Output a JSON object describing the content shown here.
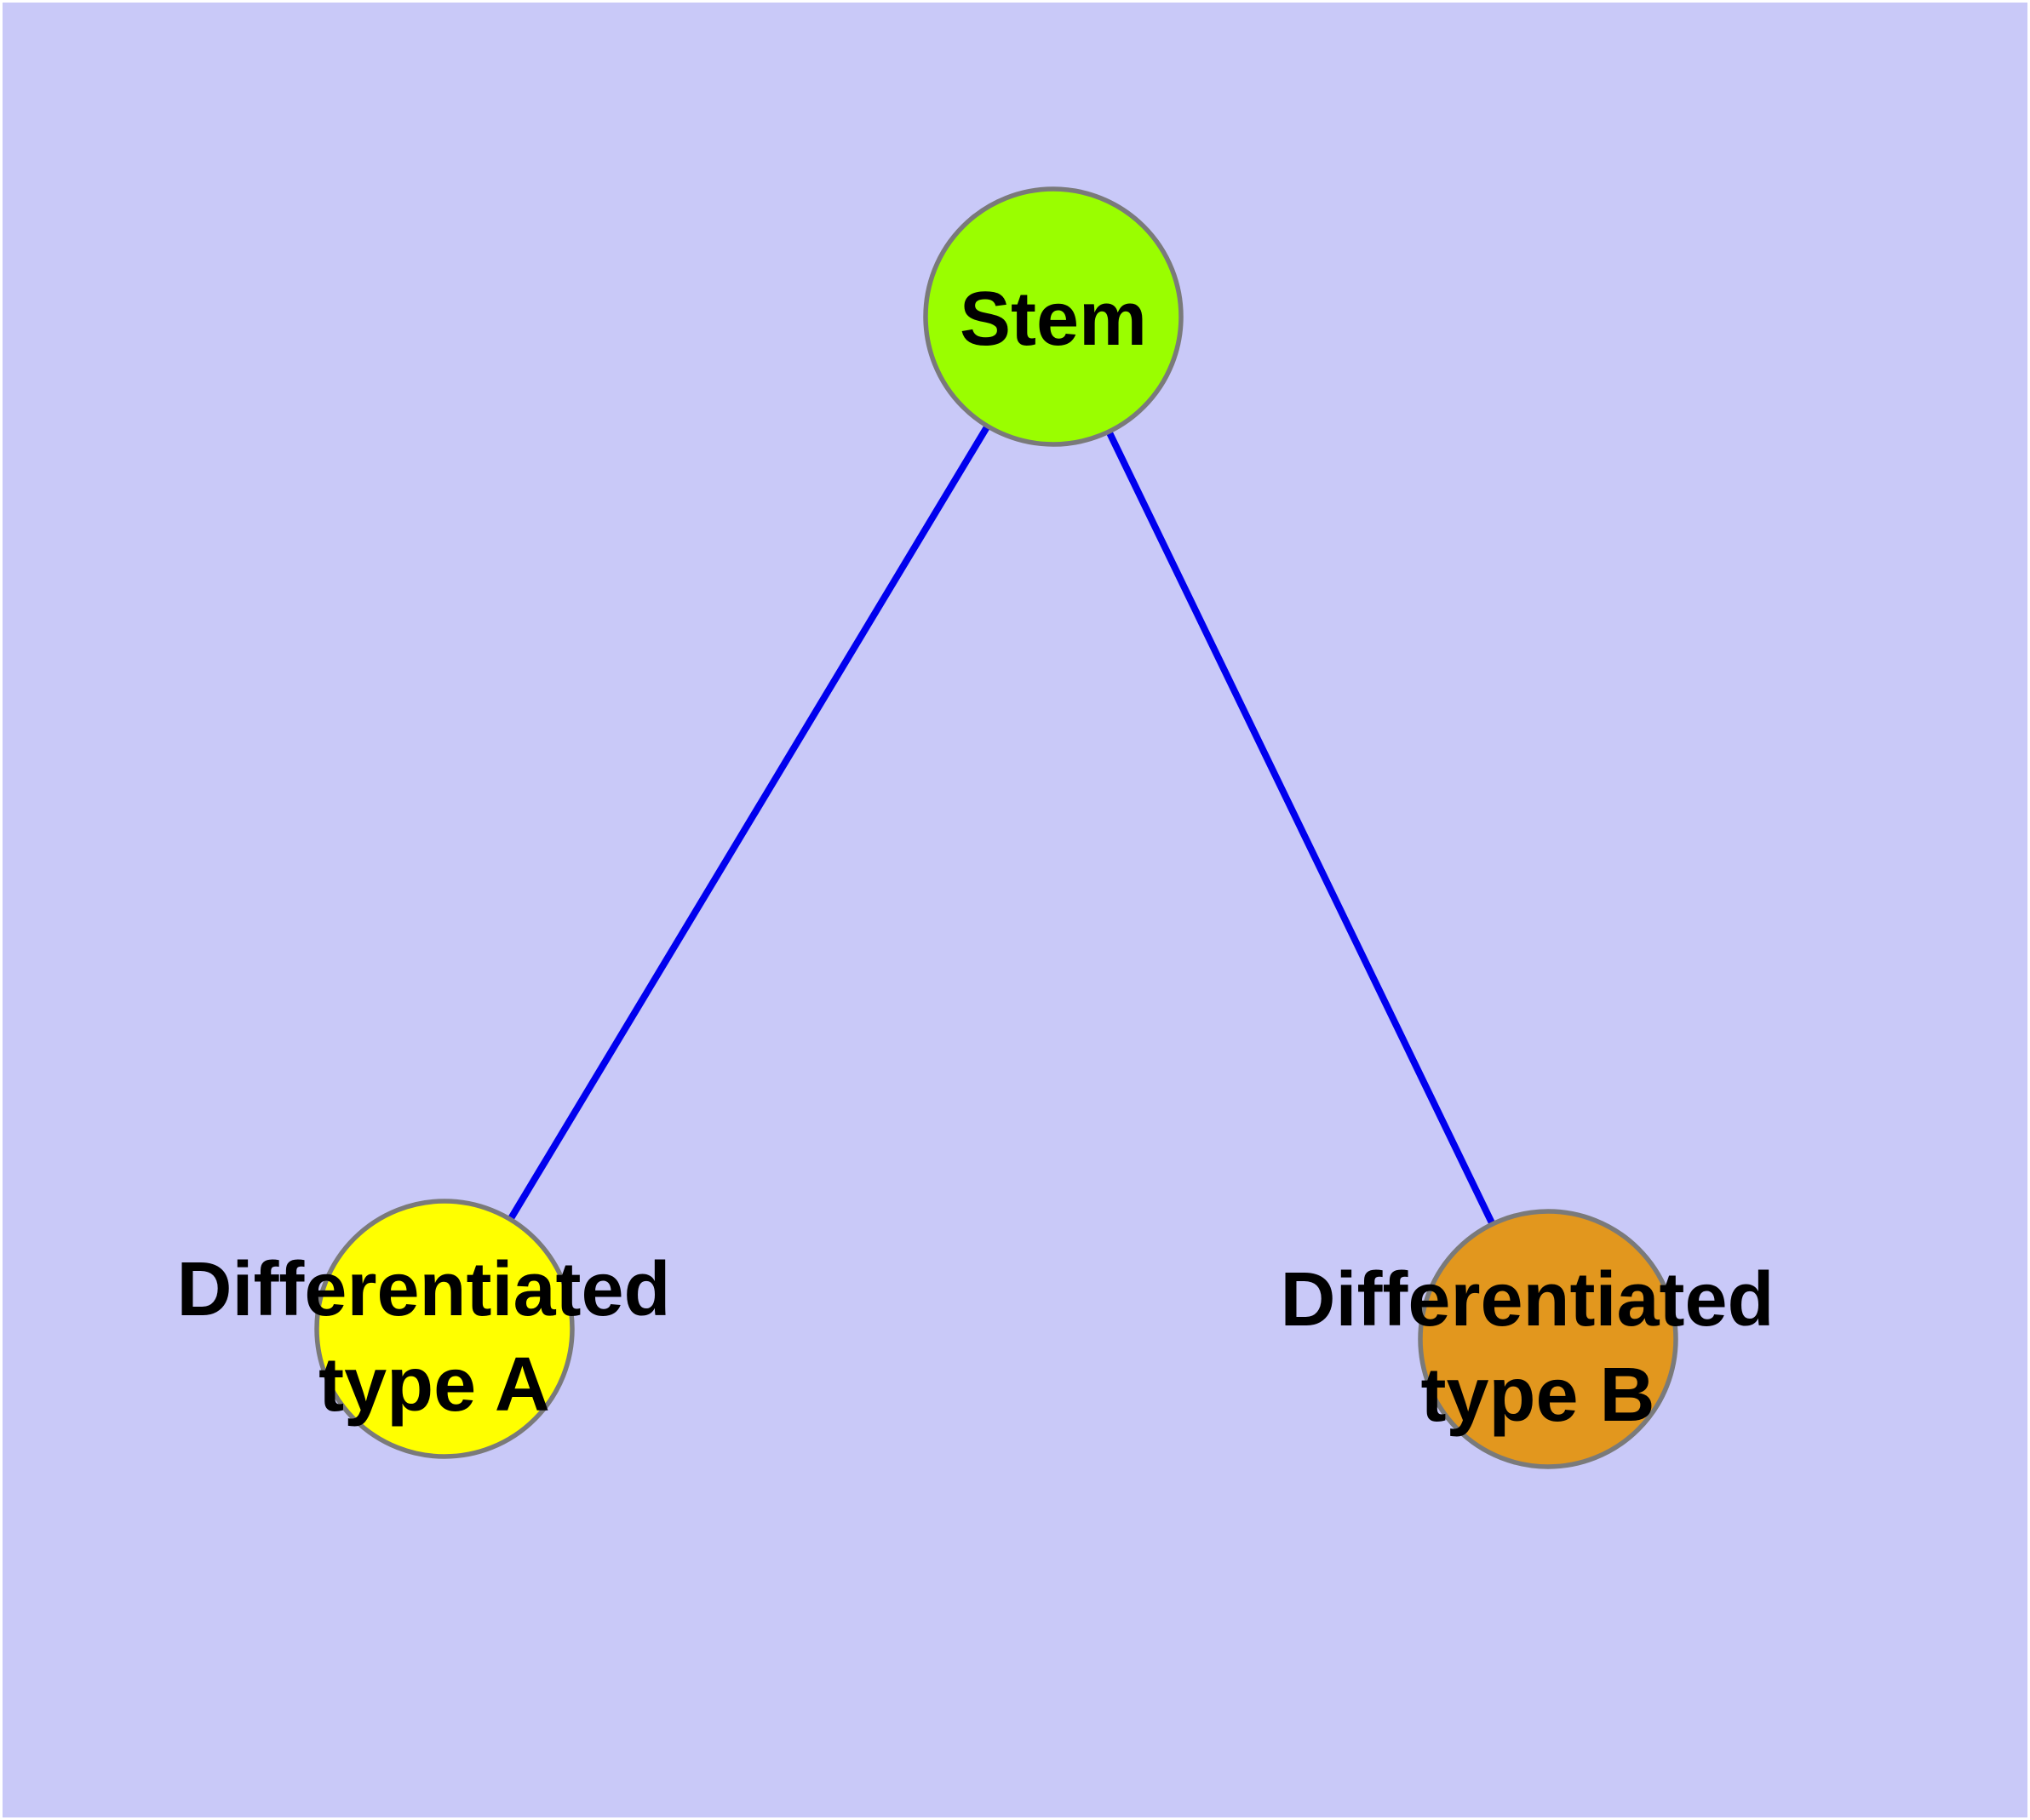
{
  "canvas": {
    "frame_color": "#FFFFFF",
    "background_color": "#C9C9F8"
  },
  "text_color": "#000000",
  "nodes": {
    "stem": {
      "label": "Stem",
      "fill": "#9AFE00",
      "border": "#7A7A7A"
    },
    "type_a": {
      "label_line1": "Differentiated",
      "label_line2": "type A",
      "fill": "#FFFF00",
      "border": "#7A7A7A"
    },
    "type_b": {
      "label_line1": "Differentiated",
      "label_line2": "type B",
      "fill": "#E2971E",
      "border": "#7A7A7A"
    }
  },
  "edges": {
    "color": "#0000EE",
    "items": [
      {
        "from": "Stem",
        "to": "Differentiated type A"
      },
      {
        "from": "Stem",
        "to": "Differentiated type B"
      }
    ]
  }
}
